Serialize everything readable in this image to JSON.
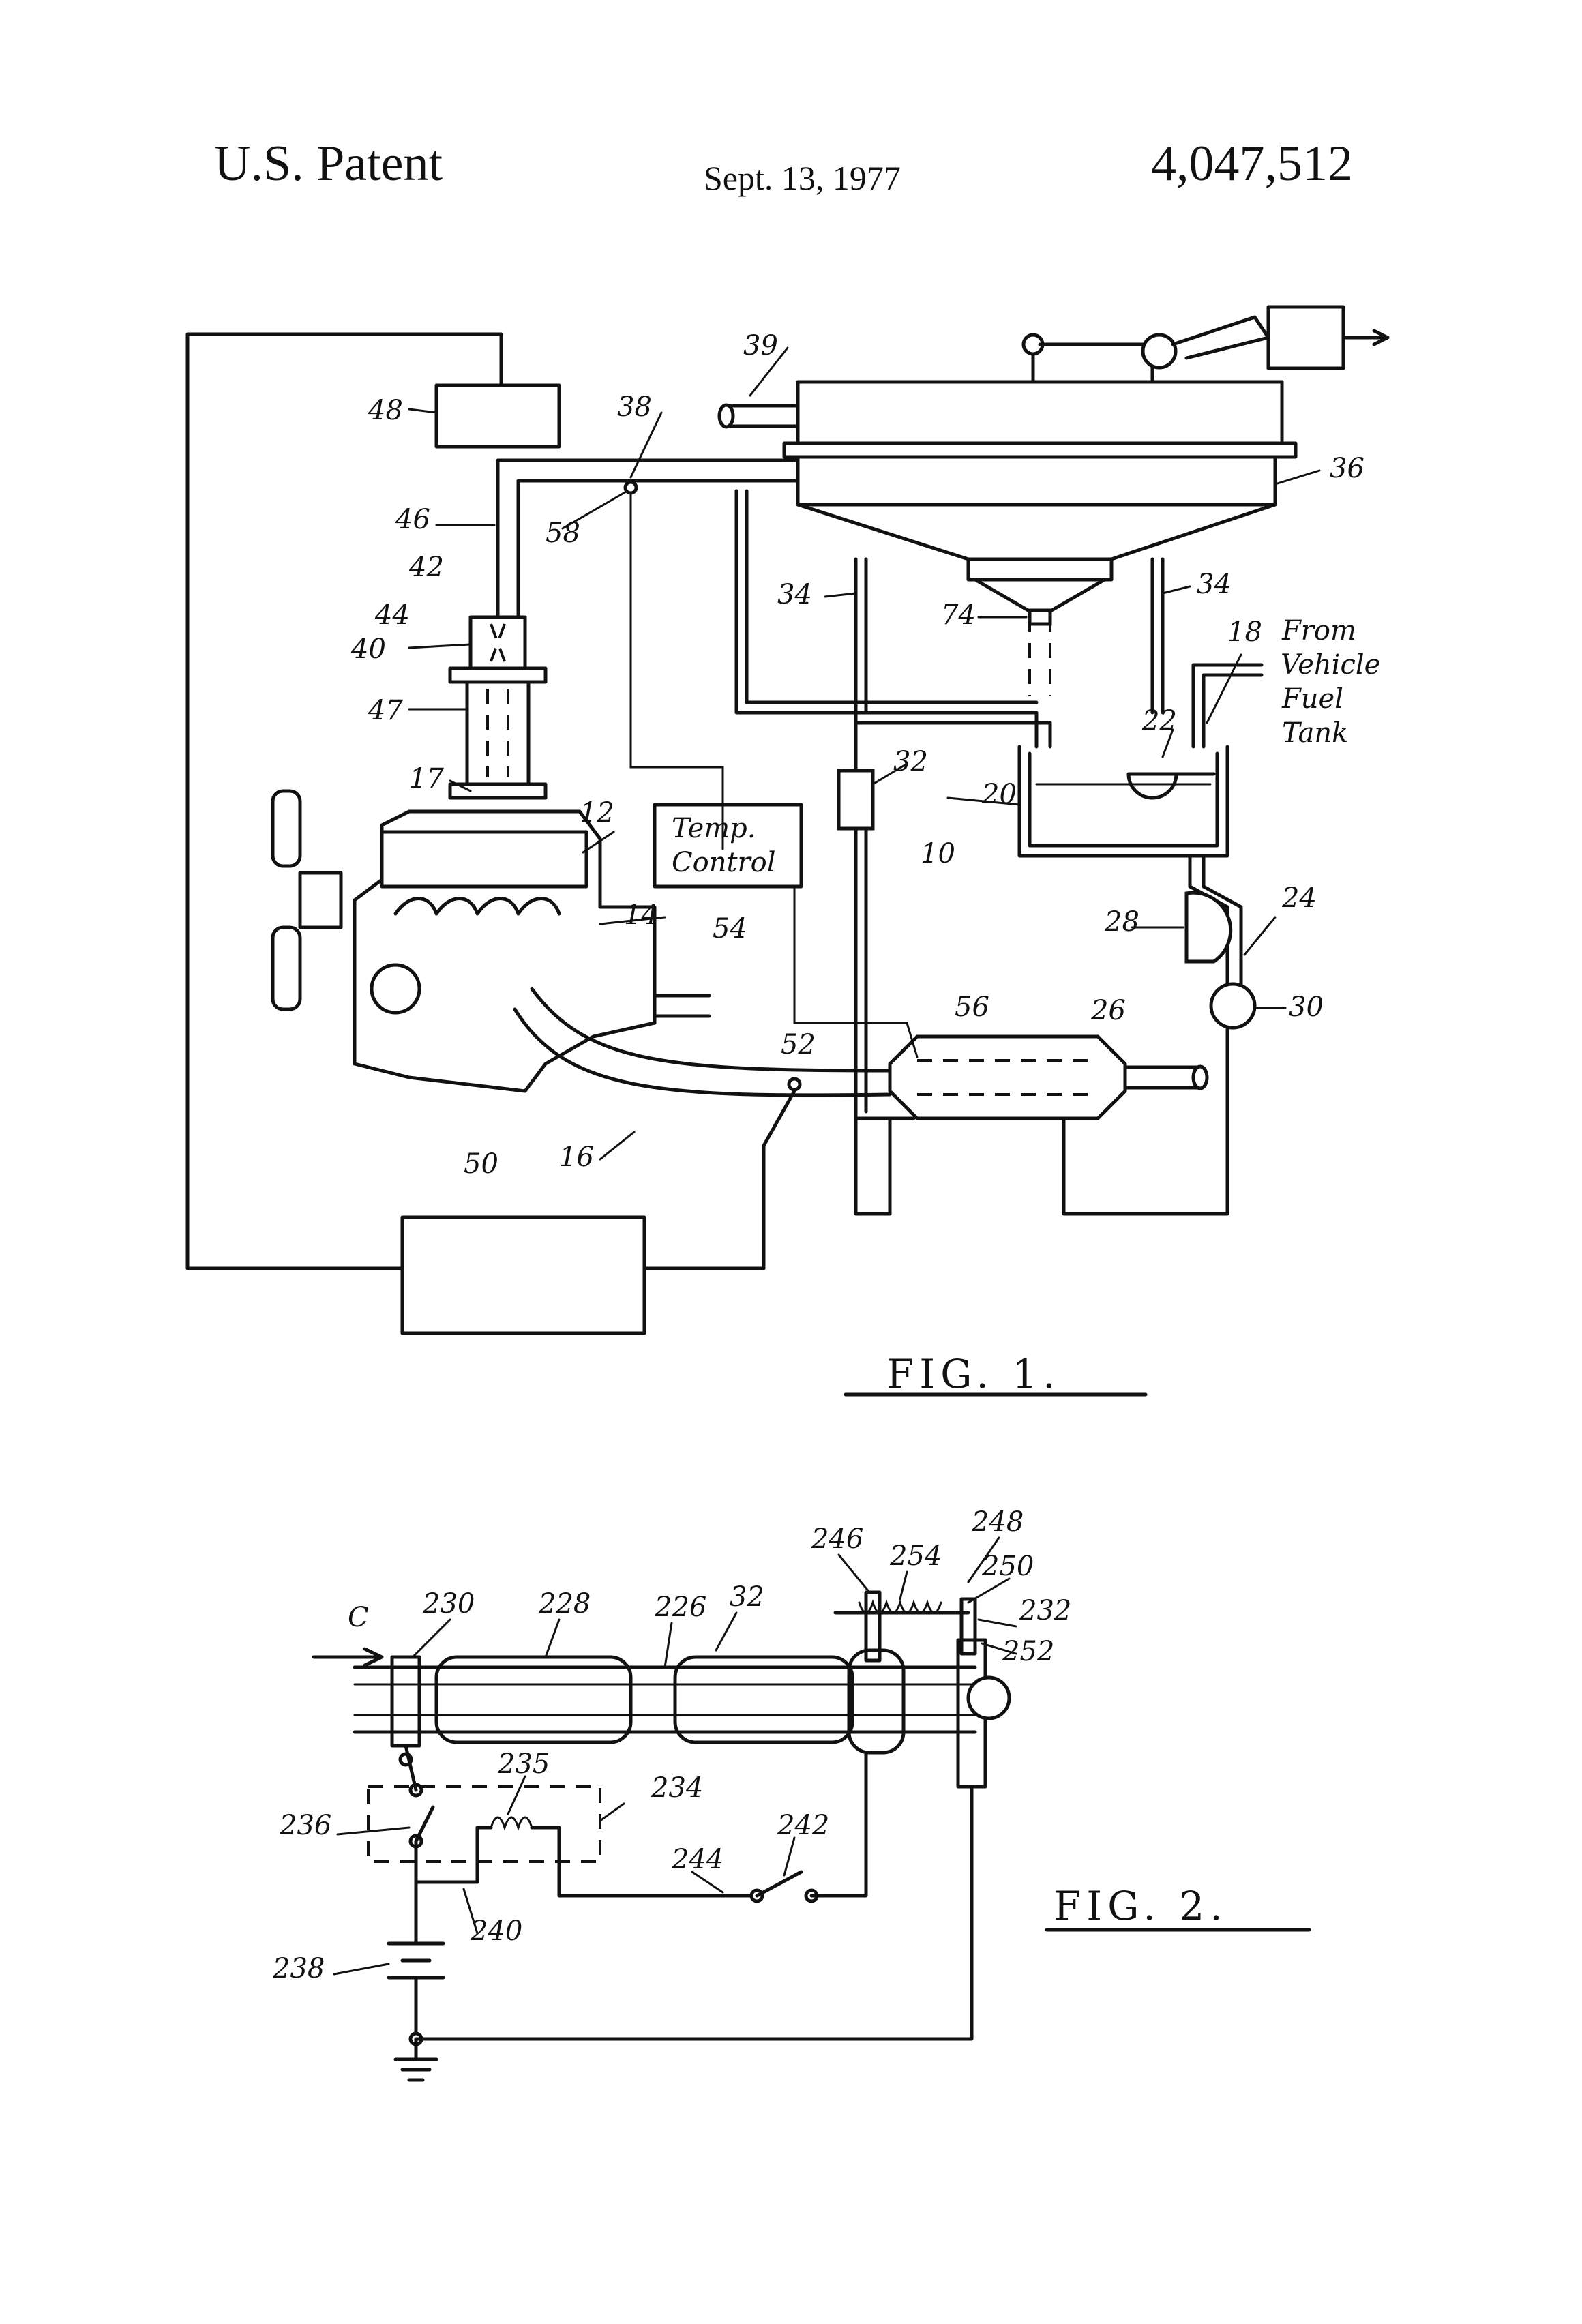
{
  "header": {
    "left": "U.S. Patent",
    "date": "Sept. 13, 1977",
    "number": "4,047,512"
  },
  "fig1": {
    "caption": "FIG. 1.",
    "temp_control_line1": "Temp.",
    "temp_control_line2": "Control",
    "fuel_tank_line1": "From",
    "fuel_tank_line2": "Vehicle",
    "fuel_tank_line3": "Fuel",
    "fuel_tank_line4": "Tank",
    "refs": [
      "10",
      "12",
      "14",
      "16",
      "17",
      "18",
      "20",
      "22",
      "24",
      "26",
      "28",
      "30",
      "32",
      "34",
      "34",
      "36",
      "38",
      "39",
      "40",
      "42",
      "44",
      "46",
      "47",
      "48",
      "50",
      "52",
      "54",
      "56",
      "58",
      "74"
    ]
  },
  "fig2": {
    "caption": "FIG. 2.",
    "arrow_label": "C",
    "refs": [
      "32",
      "226",
      "228",
      "230",
      "232",
      "234",
      "235",
      "236",
      "238",
      "240",
      "242",
      "244",
      "246",
      "248",
      "250",
      "252",
      "254"
    ]
  }
}
